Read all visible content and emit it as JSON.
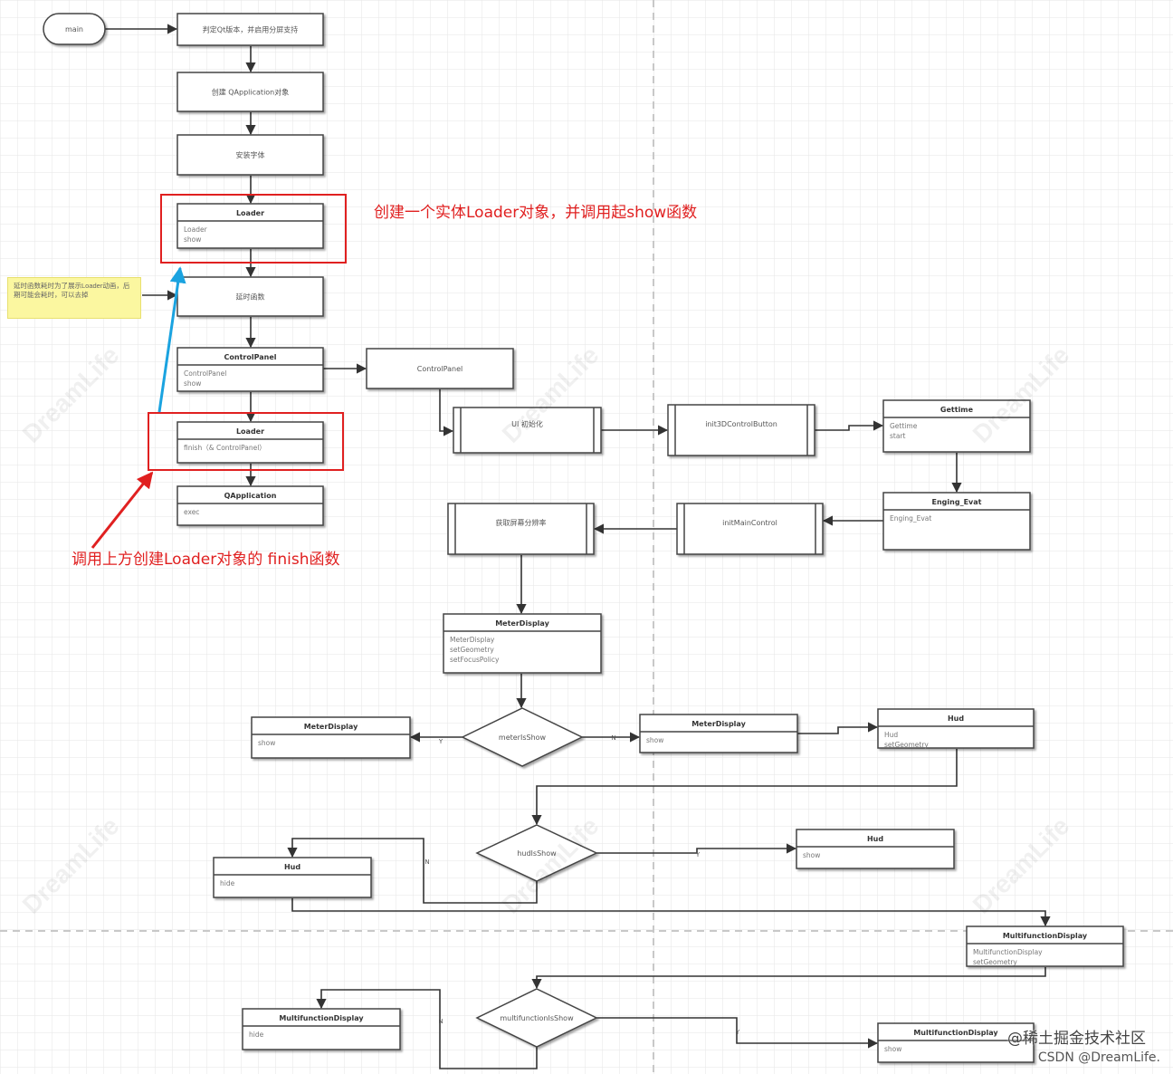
{
  "nodes": {
    "main": "main",
    "judge_qt": "判定Qt版本，并启用分屏支持",
    "create_qapp": "创建 QApplication对象",
    "load_font": "安装字体",
    "delay_func": "延时函数",
    "loader1": {
      "title": "Loader",
      "rows": [
        "Loader",
        "show"
      ]
    },
    "controlpanel": {
      "title": "ControlPanel",
      "rows": [
        "ControlPanel",
        "show"
      ]
    },
    "controlpanel_box": "ControlPanel",
    "loader2": {
      "title": "Loader",
      "rows": [
        "finish（& ControlPanel）"
      ]
    },
    "qapplication": {
      "title": "QApplication",
      "rows": [
        "exec"
      ]
    },
    "ui_init": "UI 初始化",
    "init3d": "init3DControlButton",
    "gettime": {
      "title": "Gettime",
      "rows": [
        "Gettime",
        "start"
      ]
    },
    "engine": {
      "title": "Enging_Evat",
      "rows": [
        "Enging_Evat"
      ]
    },
    "initmain": "initMainControl",
    "screen_res": "获取屏幕分辨率",
    "meterdisplay": {
      "title": "MeterDisplay",
      "rows": [
        "MeterDisplay",
        "setGeometry",
        "setFocusPolicy"
      ]
    },
    "meter_show_left": {
      "title": "MeterDisplay",
      "rows": [
        "show"
      ]
    },
    "meter_show_right": {
      "title": "MeterDisplay",
      "rows": [
        "show"
      ]
    },
    "meter_decision": "meterIsShow",
    "hud_top": {
      "title": "Hud",
      "rows": [
        "Hud",
        "setGeometry"
      ]
    },
    "hud_decision": "hudIsShow",
    "hud_show": {
      "title": "Hud",
      "rows": [
        "show"
      ]
    },
    "hud_hide": {
      "title": "Hud",
      "rows": [
        "hide"
      ]
    },
    "mfd_top": {
      "title": "MultifunctionDisplay",
      "rows": [
        "MultifunctionDisplay",
        "setGeometry"
      ]
    },
    "mfd_decision": "multifunctionIsShow",
    "mfd_hide": {
      "title": "MultifunctionDisplay",
      "rows": [
        "hide"
      ]
    },
    "mfd_show": {
      "title": "MultifunctionDisplay",
      "rows": [
        "show"
      ]
    }
  },
  "edge_labels": {
    "yes": "Y",
    "no": "N"
  },
  "annotations": {
    "top_note": "创建一个实体Loader对象，并调用起show函数",
    "bottom_note": "调用上方创建Loader对象的 finish函数",
    "sticky": "延时函数耗时为了展示Loader动画，后期可能会耗时，可以去掉"
  },
  "watermark": "DreamLife",
  "credit": {
    "line1": "@稀土掘金技术社区",
    "line2": "CSDN @DreamLife."
  },
  "colors": {
    "highlight": "#e02020",
    "blue_arrow": "#1aa3e0",
    "red_arrow": "#e02020",
    "sticky": "#fbf7a0"
  }
}
